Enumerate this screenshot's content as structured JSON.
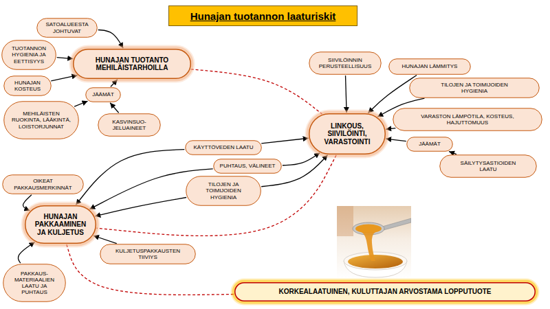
{
  "diagram": {
    "title": "Hunajan tuotannon laaturiskit",
    "nodes": [
      {
        "text": [
          "SATOALUEESTA JOHTUVAT"
        ]
      },
      {
        "text": [
          "TUOTANNON HYGIENIA JA EETTISYYS"
        ]
      },
      {
        "text": [
          "HUNAJAN TUOTANTO MEHILÄISTARHOILLA"
        ]
      },
      {
        "text": [
          "HUNAJAN KOSTEUS"
        ]
      },
      {
        "text": [
          "JÄÄMÄT"
        ]
      },
      {
        "text": [
          "MEHILÄISTEN RUOKINTA, LÄÄKINTÄ, LOISTORJUNNAT"
        ]
      },
      {
        "text": [
          "KASVINSUO- JELUAINEET"
        ]
      },
      {
        "text": [
          "SIIVILÖINNIN PERUSTEELLISUUS"
        ]
      },
      {
        "text": [
          "HUNAJAN LÄMMITYS"
        ]
      },
      {
        "text": [
          "TILOJEN JA TOIMIJOIDEN HYGIENIA"
        ]
      },
      {
        "text": [
          "VARASTON LÄMPÖTILA, KOSTEUS, HAJUTTOMUUS"
        ]
      },
      {
        "text": [
          "LINKOUS, SIIVILÖINTI, VARASTOINTI"
        ]
      },
      {
        "text": [
          "JÄÄMÄT"
        ]
      },
      {
        "text": [
          "SÄILYTYSASTIOIDEN LAATU"
        ]
      },
      {
        "text": [
          "KÄYTTÖVEDEN LAATU"
        ]
      },
      {
        "text": [
          "PUHTAUS, VÄLINEET"
        ]
      },
      {
        "text": [
          "TILOJEN JA TOIMIJOIDEN HYGIENIA"
        ]
      },
      {
        "text": [
          "OIKEAT PAKKAUSMERKINNÄT"
        ]
      },
      {
        "text": [
          "HUNAJAN PAKKAAMINEN JA KULJETUS"
        ]
      },
      {
        "text": [
          "KULJETUSPAKKAUSTEN TIIVIYS"
        ]
      },
      {
        "text": [
          "PAKKAUS- MATERIAALIEN LAATU JA PUHTAUS"
        ]
      },
      {
        "text": [
          "KORKEALAATUINEN, KULUTTAJAN ARVOSTAMA LOPPUTUOTE"
        ]
      }
    ],
    "edges": [
      {
        "from": 0,
        "to": 2,
        "arrow": "to"
      },
      {
        "from": 1,
        "to": 2,
        "arrow": "to"
      },
      {
        "from": 3,
        "to": 2,
        "arrow": "to"
      },
      {
        "from": 4,
        "to": 2,
        "arrow": "to"
      },
      {
        "from": 5,
        "to": 4,
        "arrow": "to"
      },
      {
        "from": 6,
        "to": 4,
        "arrow": "to"
      },
      {
        "from": 7,
        "to": 11,
        "arrow": "to"
      },
      {
        "from": 8,
        "to": 11,
        "arrow": "to"
      },
      {
        "from": 9,
        "to": 11,
        "arrow": "to"
      },
      {
        "from": 10,
        "to": 11,
        "arrow": "to"
      },
      {
        "from": 12,
        "to": 11,
        "arrow": "to"
      },
      {
        "from": 13,
        "to": 12,
        "arrow": "to"
      },
      {
        "from": 14,
        "to": 11,
        "arrow": "to"
      },
      {
        "from": 14,
        "to": 18,
        "arrow": "to"
      },
      {
        "from": 15,
        "to": 11,
        "arrow": "to"
      },
      {
        "from": 15,
        "to": 18,
        "arrow": "to"
      },
      {
        "from": 16,
        "to": 11,
        "arrow": "to"
      },
      {
        "from": 16,
        "to": 18,
        "arrow": "to"
      },
      {
        "from": 17,
        "to": 18,
        "arrow": "to"
      },
      {
        "from": 19,
        "to": 18,
        "arrow": "to"
      },
      {
        "from": 20,
        "to": 18,
        "arrow": "to"
      },
      {
        "from": 2,
        "to": 11,
        "arrow": "none"
      },
      {
        "from": 11,
        "to": 18,
        "arrow": "none"
      },
      {
        "from": 18,
        "to": 21,
        "arrow": "none"
      }
    ]
  }
}
